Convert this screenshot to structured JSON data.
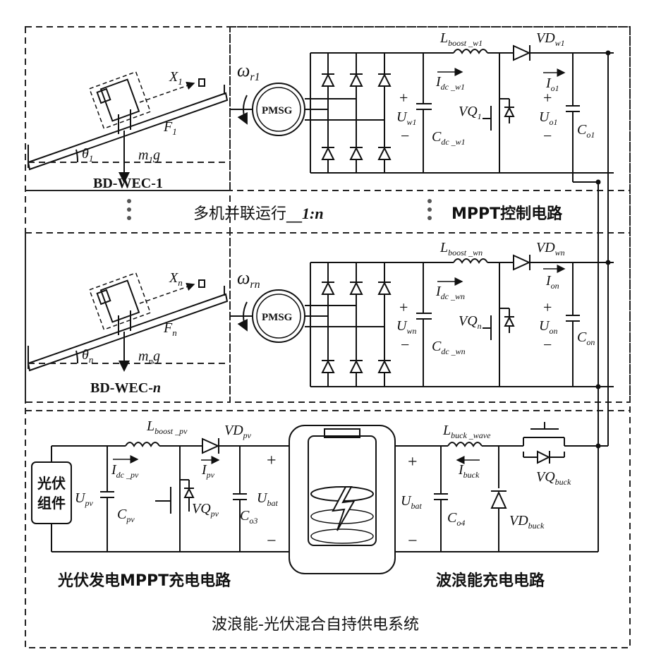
{
  "wec1": {
    "label": "BD-WEC-1",
    "x": "X",
    "x_sub": "1",
    "f": "F",
    "f_sub": "1",
    "theta": "θ",
    "theta_sub": "1",
    "m": "m",
    "m_sub": "1",
    "g": "g",
    "omega": "ω",
    "omega_sub": "r1",
    "pmsg": "PMSG"
  },
  "wecn": {
    "label_pre": "BD-WEC-",
    "label_n": "n",
    "x": "X",
    "x_sub": "n",
    "f": "F",
    "f_sub": "n",
    "theta": "θ",
    "theta_sub": "n",
    "m": "m",
    "m_sub": "n",
    "g": "g",
    "omega": "ω",
    "omega_sub": "rn",
    "pmsg": "PMSG"
  },
  "middle": {
    "parallel_text": "多机并联运行__",
    "ratio": "1:n",
    "mppt": "MPPT控制电路"
  },
  "boost1": {
    "L": "L",
    "L_sub": "boost _w1",
    "I_dc": "I",
    "I_dc_sub": "dc _w1",
    "U_w": "U",
    "U_w_sub": "w1",
    "C_dc": "C",
    "C_dc_sub": "dc _w1",
    "VQ": "VQ",
    "VQ_sub": "1",
    "VD": "VD",
    "VD_sub": "w1",
    "I_o": "I",
    "I_o_sub": "o1",
    "U_o": "U",
    "U_o_sub": "o1",
    "C_o": "C",
    "C_o_sub": "o1"
  },
  "boostn": {
    "L": "L",
    "L_sub": "boost _wn",
    "I_dc": "I",
    "I_dc_sub": "dc _wn",
    "U_w": "U",
    "U_w_sub": "wn",
    "C_dc": "C",
    "C_dc_sub": "dc _wn",
    "VQ": "VQ",
    "VQ_sub": "n",
    "VD": "VD",
    "VD_sub": "wn",
    "I_o": "I",
    "I_o_sub": "on",
    "U_o": "U",
    "U_o_sub": "on",
    "C_o": "C",
    "C_o_sub": "on"
  },
  "pv": {
    "module": [
      "光伏",
      "组件"
    ],
    "U_pv": "U",
    "U_pv_sub": "pv",
    "I_dc": "I",
    "I_dc_sub": "dc _pv",
    "C_pv": "C",
    "C_pv_sub": "pv",
    "L": "L",
    "L_sub": "boost _pv",
    "VD": "VD",
    "VD_sub": "pv",
    "I_pv": "I",
    "I_pv_sub": "pv",
    "VQ": "VQ",
    "VQ_sub": "pv",
    "C_o": "C",
    "C_o_sub": "o3",
    "U_bat": "U",
    "U_bat_sub": "bat",
    "caption": "光伏发电MPPT充电电路"
  },
  "wave": {
    "U_bat": "U",
    "U_bat_sub": "bat",
    "C_o": "C",
    "C_o_sub": "o4",
    "L": "L",
    "L_sub": "buck _wave",
    "I": "I",
    "I_sub": "buck",
    "VQ": "VQ",
    "VQ_sub": "buck",
    "VD": "VD",
    "VD_sub": "buck",
    "caption": "波浪能充电电路"
  },
  "system_caption": "波浪能-光伏混合自持供电系统",
  "plus": "+",
  "minus": "−"
}
